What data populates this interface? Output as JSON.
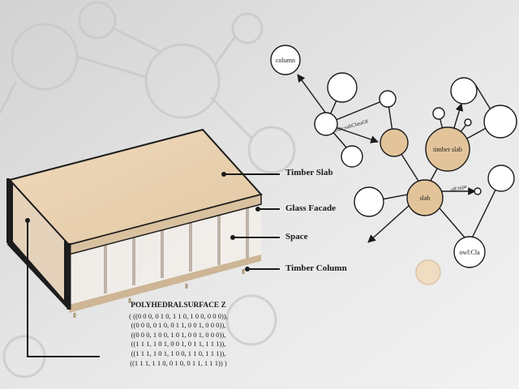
{
  "callouts": {
    "timber_slab": "Timber Slab",
    "glass_facade": "Glass Facade",
    "space": "Space",
    "timber_column": "Timber Column"
  },
  "wkt": {
    "header": "POLYHEDRALSURFACE Z",
    "lines": [
      "( ((0 0 0, 0 1 0, 1 1 0, 1 0 0, 0 0 0)),",
      "((0 0 0, 0 1 0, 0 1 1, 0 0 1, 0 0 0)),",
      "((0 0 0, 1 0 0, 1 0 1, 0 0 1, 0 0 0)),",
      "((1 1 1, 1 0 1, 0 0 1, 0 1 1, 1 1 1)),",
      "((1 1 1, 1 0 1, 1 0 0, 1 1 0, 1 1 1)),",
      "((1 1 1, 1 1 0, 0 1 0, 0 1 1, 1 1 1)) )"
    ]
  },
  "graph": {
    "nodes": {
      "column": "column",
      "timber_slab": "timber slab",
      "slab": "slab",
      "owl_class": "owl:Cla"
    },
    "edges": {
      "subclassof": "rdfs:subClassOf",
      "rdftype": "rdf:type"
    }
  },
  "colors": {
    "background": "#e6e6e6",
    "concept_fill": "#e3c49a",
    "node_fill": "#ffffff",
    "wood": "#e8d2b4"
  }
}
